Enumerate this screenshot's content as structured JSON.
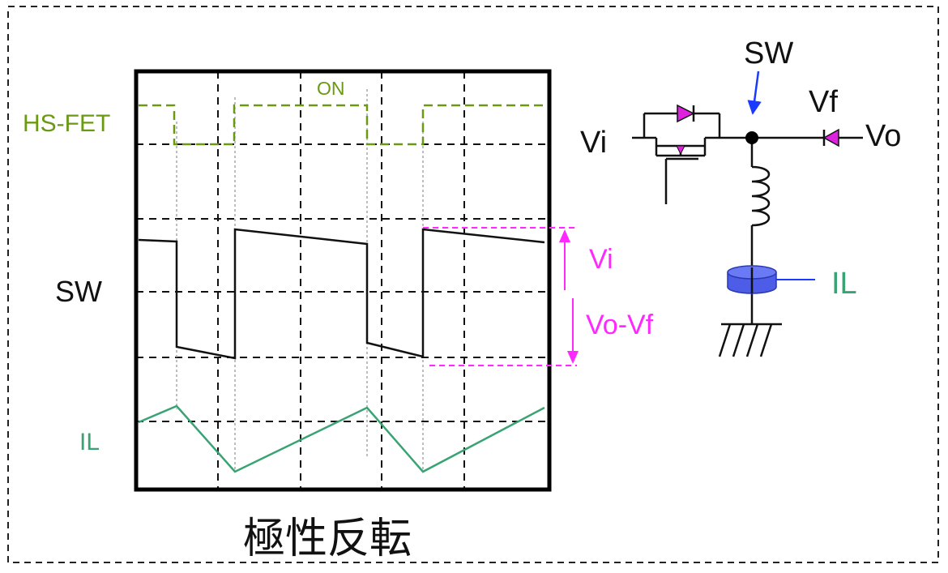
{
  "labels": {
    "hs_fet": "HS-FET",
    "on": "ON",
    "sw_waveform": "SW",
    "il_waveform": "IL",
    "vi_dim": "Vi",
    "vovf_dim": "Vo-Vf",
    "caption": "極性反転",
    "sw_node": "SW",
    "vi_node": "Vi",
    "vf_node": "Vf",
    "vo_node": "Vo",
    "il_probe": "IL"
  },
  "colors": {
    "hs_fet": "#6a9a12",
    "il": "#3aa374",
    "dimension": "#ff28ff",
    "diode": "#e020e0",
    "probe": "#3a4fd8",
    "arrow": "#1a3aff",
    "ink": "#111111"
  }
}
